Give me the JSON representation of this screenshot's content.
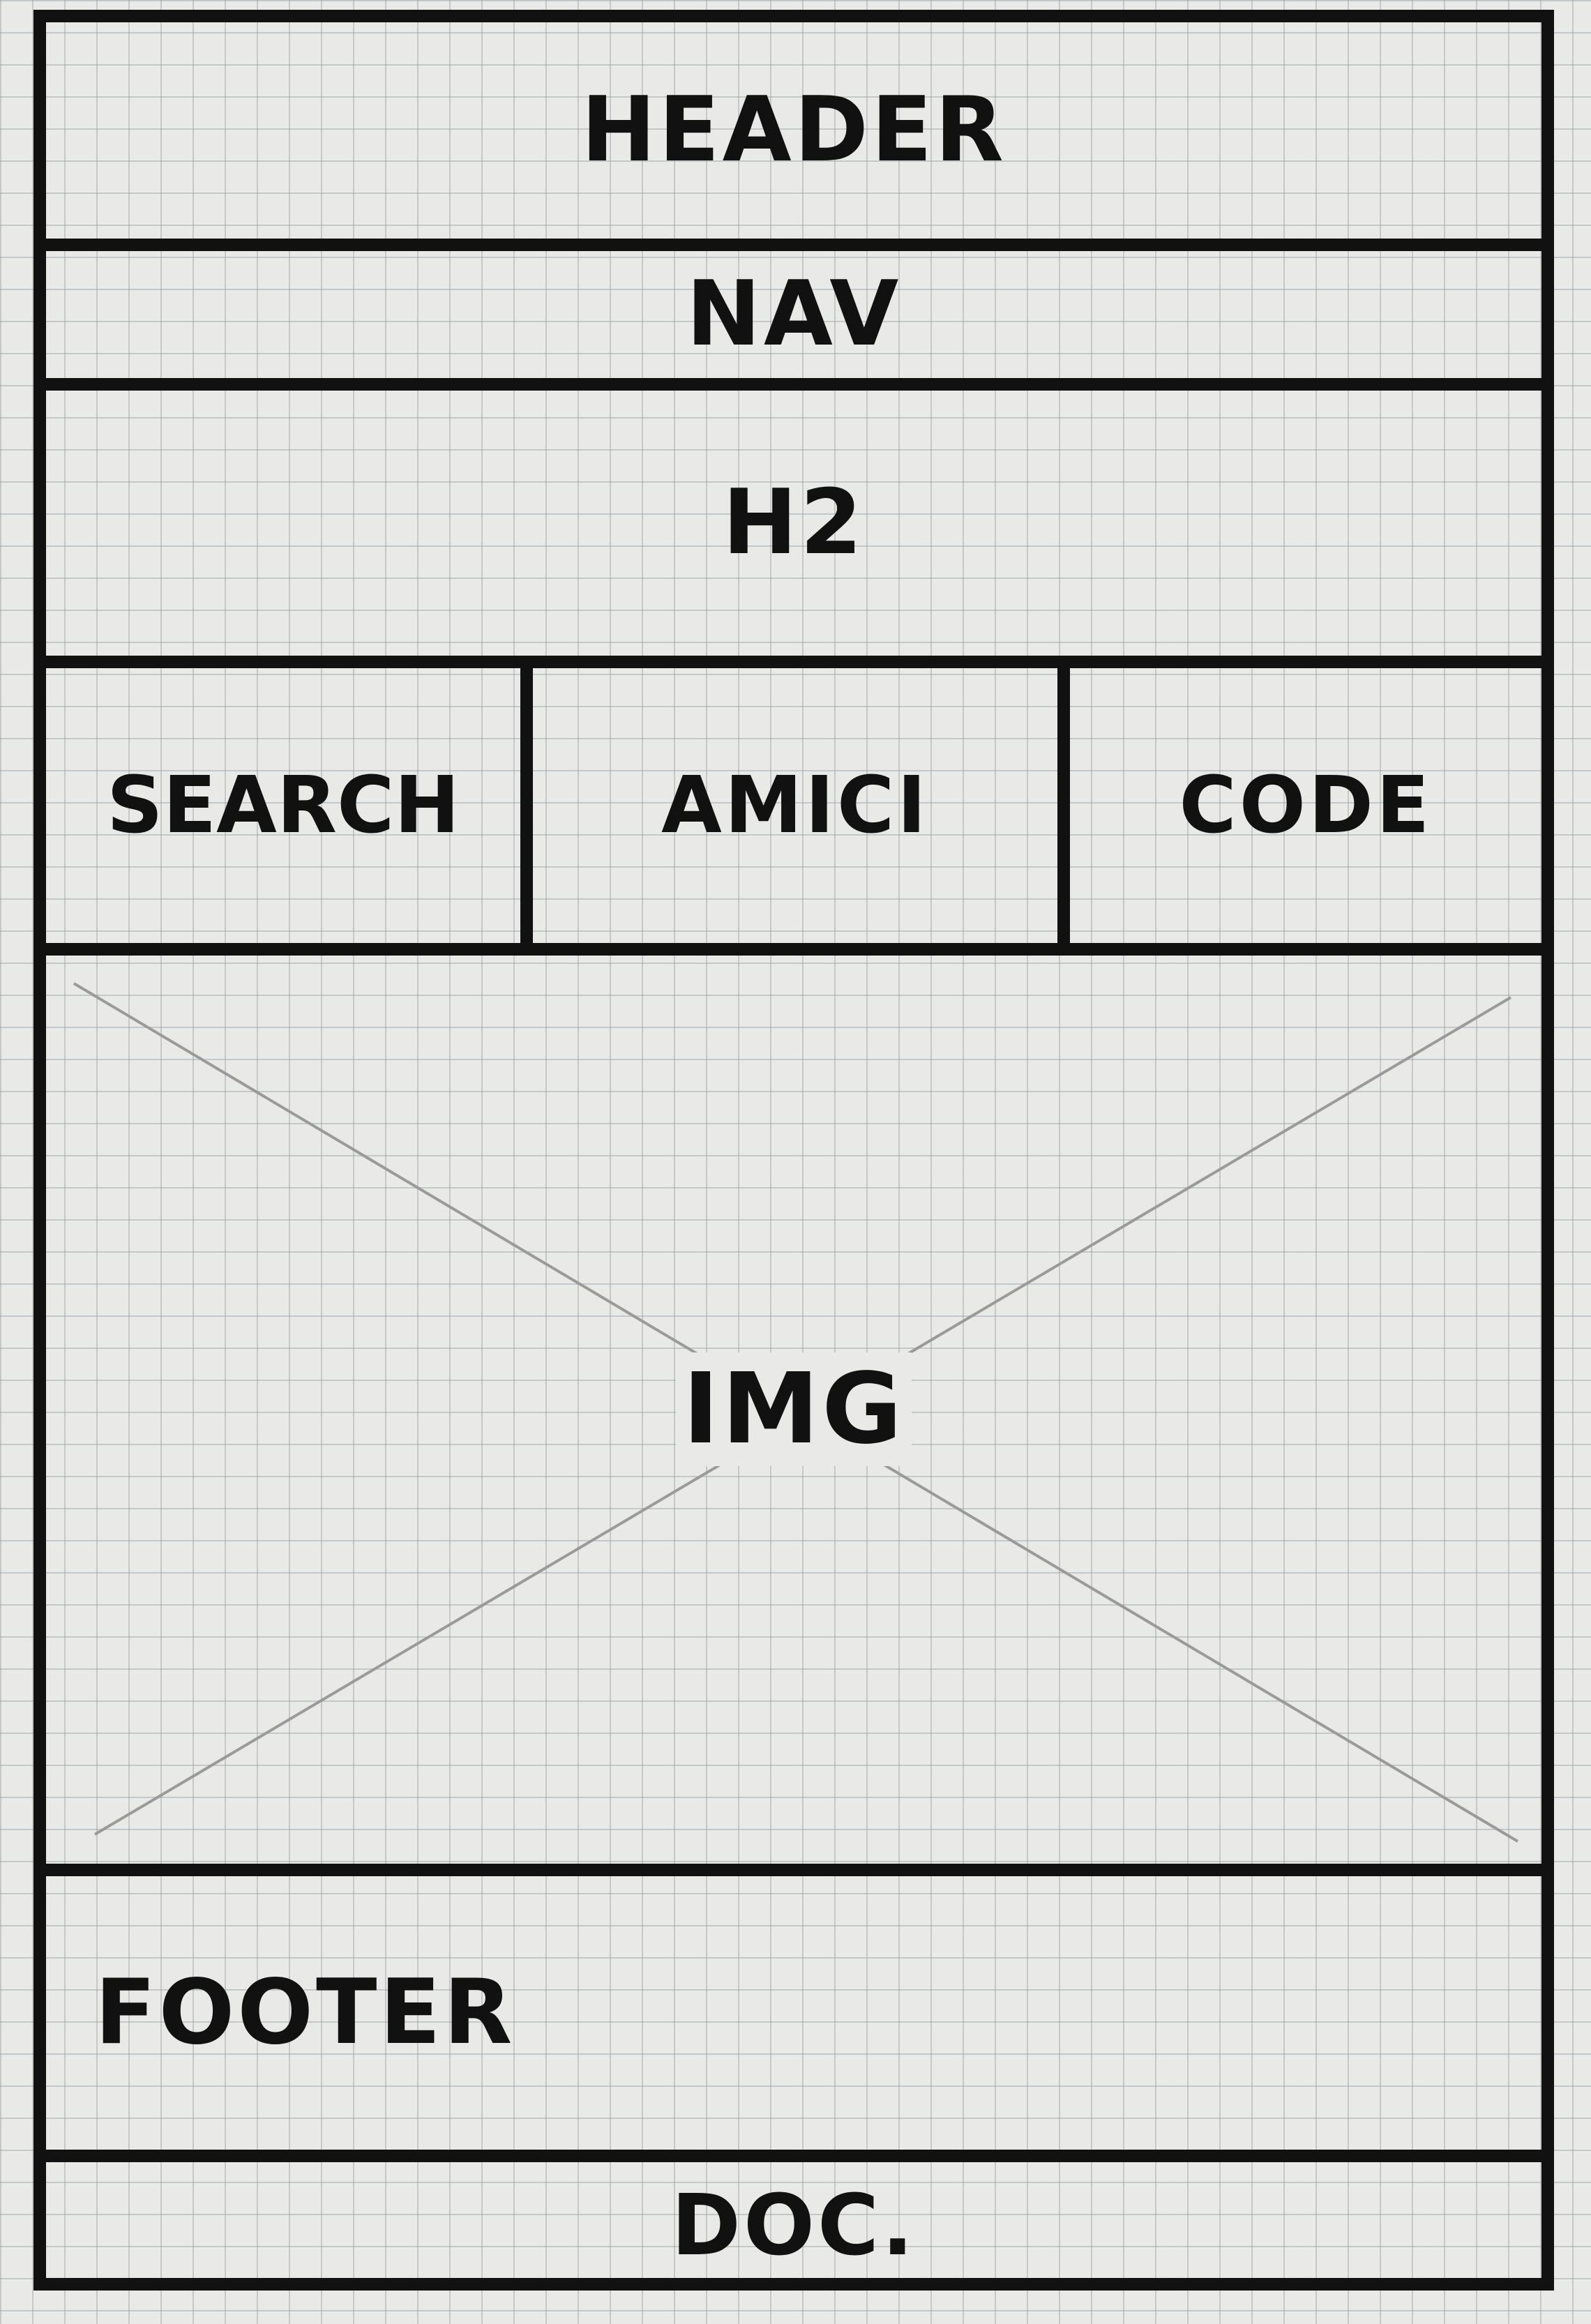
{
  "wireframe": {
    "header_label": "HEADER",
    "nav_label": "NAV",
    "heading_label": "H2",
    "columns": [
      {
        "label": "SEARCH"
      },
      {
        "label": "AMICI"
      },
      {
        "label": "CODE"
      }
    ],
    "image_label": "IMG",
    "footer_label": "FOOTER",
    "doc_label": "DOC."
  },
  "colors": {
    "ink": "#111111",
    "paper": "#e9e9e7",
    "grid": "#8a939c",
    "pencil": "#9a9a9a"
  }
}
